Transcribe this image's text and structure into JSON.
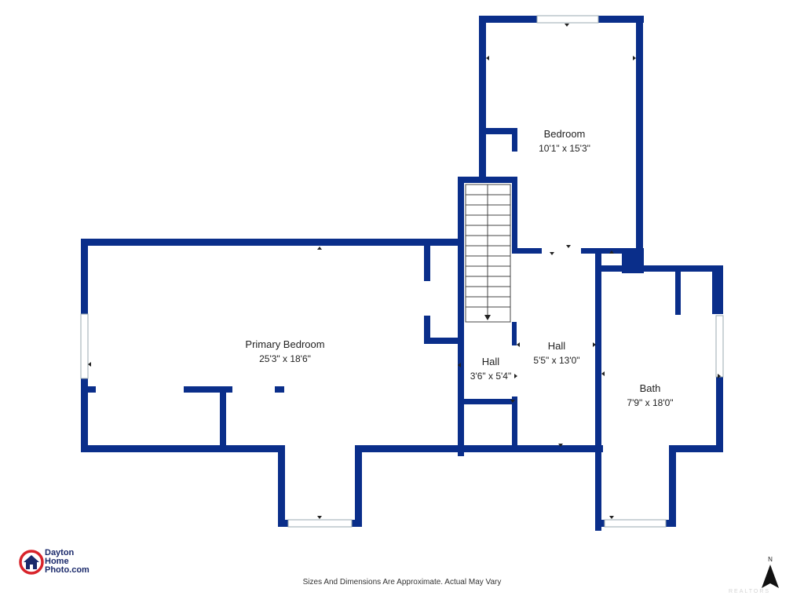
{
  "rooms": {
    "bedroom": {
      "name": "Bedroom",
      "dim": "10'1\" x 15'3\""
    },
    "primary_bedroom": {
      "name": "Primary Bedroom",
      "dim": "25'3\" x 18'6\""
    },
    "hall_small": {
      "name": "Hall",
      "dim": "3'6\" x 5'4\""
    },
    "hall_large": {
      "name": "Hall",
      "dim": "5'5\" x 13'0\""
    },
    "bath": {
      "name": "Bath",
      "dim": "7'9\" x 18'0\""
    }
  },
  "footer": {
    "disclaimer": "Sizes And Dimensions Are Approximate. Actual May Vary"
  },
  "logo": {
    "line1": "Dayton",
    "line2": "Home",
    "line3": "Photo.com"
  },
  "compass": {
    "label": "N"
  },
  "watermark": "REALTORS",
  "colors": {
    "wall": "#0a2e8a",
    "window": "#c9d3d8",
    "logo_red": "#d8232a",
    "logo_navy": "#1b2a6b"
  }
}
